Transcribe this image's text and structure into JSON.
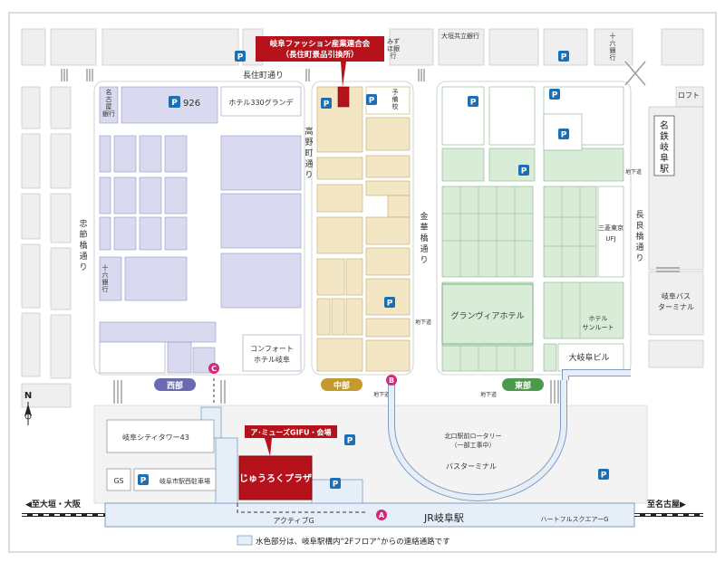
{
  "colors": {
    "west": "#d9d9ef",
    "center": "#f2e6c4",
    "east": "#d8ecd8",
    "road": "#ffffff",
    "block_gray": "#efefef",
    "accent_red": "#b5121b",
    "parking_blue": "#1b6fb5",
    "station_blue": "#e6eff8",
    "rail": "#222222"
  },
  "labels": {
    "callout_federation": "岐阜ファッション産業連合会",
    "callout_federation_sub": "（長住町景品引換所）",
    "callout_amuse": "ア･ミューズGIFU・会場",
    "juroku_plaza": "じゅうろくプラザ",
    "nagasumi_st": "長住町通り",
    "koyano_st": "高野町通り",
    "kinka_st": "金華橋通り",
    "chusetsu_st": "忠節橋通り",
    "nagara_st": "長良橋通り",
    "meitetsu": "名鉄岐阜駅",
    "bus_terminal_right": "岐阜バスターミナル",
    "hotel330": "ホテル330グランデ",
    "p926": "926",
    "bank_meigin": "名古屋銀行",
    "bank_juroku_w": "十六銀行",
    "bank_juroku_n": "十六銀行",
    "okura": "大垣共立銀行",
    "mizuho": "みずほ銀行",
    "yobiko": "予備校",
    "loft": "ロフト",
    "ufj": "三菱東京UFJ",
    "comfort": "コンフォートホテル岐阜",
    "granvia": "グランヴィアホテル",
    "sunroute": "ホテルサンルート",
    "ogaki_bldg": "大岐阜ビル",
    "city_tower": "岐阜シティタワー43",
    "gs": "GS",
    "west_parking": "岐阜市駅西駐車場",
    "rotary": "北口駅前ロータリー",
    "rotary_sub": "（一部工事中）",
    "bus_terminal": "バスターミナル",
    "active_g": "アクティブG",
    "jr_station": "JR岐阜駅",
    "heartful": "ハートフルスクエアーG",
    "to_ogaki": "◀至大垣・大阪",
    "to_nagoya": "至名古屋▶",
    "zone_west": "西部",
    "zone_center": "中部",
    "zone_east": "東部",
    "marker_a": "A",
    "marker_b": "B",
    "marker_c": "C",
    "parking": "P",
    "underpass": "地下道",
    "north": "N",
    "legend": "水色部分は、岐阜駅構内“2Fフロア”からの連絡通路です"
  }
}
